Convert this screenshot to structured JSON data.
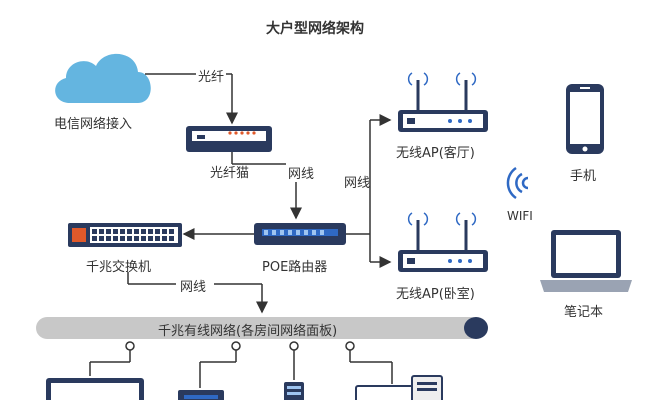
{
  "title": "大户型网络架构",
  "nodes": {
    "isp": "电信网络接入",
    "modem": "光纤猫",
    "poe_router": "POE路由器",
    "switch": "千兆交换机",
    "ap_living": "无线AP(客厅)",
    "ap_bedroom": "无线AP(卧室)",
    "phone": "手机",
    "laptop": "笔记本",
    "wifi": "WIFI"
  },
  "links": {
    "fiber": "光纤",
    "cable_modem_router": "网线",
    "cable_router_ap": "网线",
    "cable_switch_bus": "网线"
  },
  "bus": {
    "label": "千兆有线网络(各房间网络面板)"
  },
  "colors": {
    "cloud": "#64b5e0",
    "device_navy": "#2a3a5e",
    "accent_blue": "#2f69c4",
    "bus_gray": "#c8c8c8",
    "line": "#333333"
  }
}
